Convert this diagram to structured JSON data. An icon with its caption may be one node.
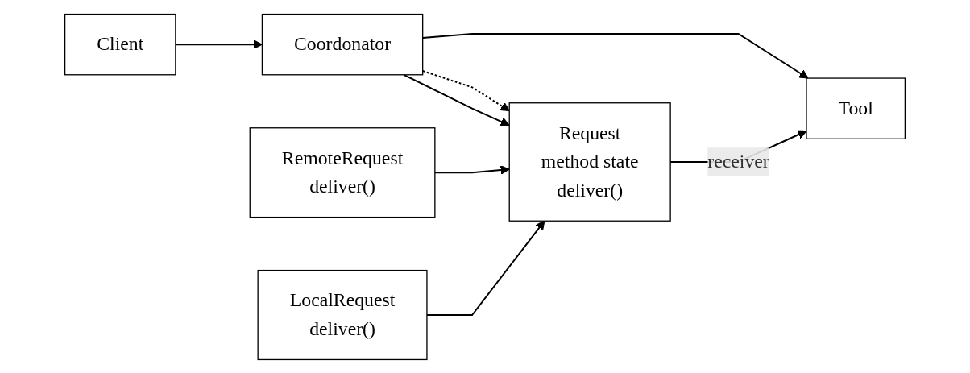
{
  "diagram": {
    "nodes": [
      {
        "text": [
          "Client"
        ]
      },
      {
        "text": [
          "Coordonator"
        ]
      },
      {
        "text": [
          "Request",
          "method state",
          "deliver()"
        ]
      },
      {
        "text": [
          "Tool"
        ]
      },
      {
        "text": [
          "RemoteRequest",
          "deliver()"
        ]
      },
      {
        "text": [
          "LocalRequest",
          "deliver()"
        ]
      }
    ],
    "edges": [
      {
        "from": 0,
        "to": 1,
        "arrow": "to"
      },
      {
        "from": 1,
        "to": 2,
        "arrow": "to"
      },
      {
        "from": 1,
        "to": 2,
        "arrow": "to",
        "style": "dashed"
      },
      {
        "from": 2,
        "to": 3,
        "arrow": "to",
        "label": "receiver"
      },
      {
        "from": 1,
        "to": 3,
        "arrow": "to"
      },
      {
        "from": 4,
        "to": 2,
        "arrow": "to"
      },
      {
        "from": 5,
        "to": 2,
        "arrow": "to"
      }
    ]
  }
}
